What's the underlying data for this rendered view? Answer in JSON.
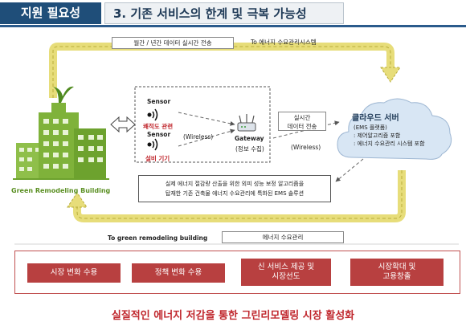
{
  "header": {
    "tag": "지원 필요성",
    "title": "3. 기존 서비스의 한계 및 극복 가능성"
  },
  "top_flow": {
    "label_box": "월간 / 년간 데이터 실시간 전송",
    "label_right": "To 에너지 수요관리시스템"
  },
  "building": {
    "caption": "Green Remodeling Building"
  },
  "sensors": [
    {
      "title": "Sensor",
      "sub": "쾌적도 관련"
    },
    {
      "title": "Sensor",
      "sub": "설비 기기"
    }
  ],
  "wireless_left": "(Wireless)",
  "gateway": {
    "title": "Gateway",
    "sub": "(정보 수집)"
  },
  "realtime_box": "실시간\n데이터 전송",
  "wireless_right": "(Wireless)",
  "cloud": {
    "title": "클라우드 서버",
    "lines": [
      "(EMS 플랫폼)",
      ": 제어알고리즘 포함",
      ": 에너지 수요관리 시스템 포함"
    ]
  },
  "ems_box": {
    "line1": "실제 에너지 절감량 산출을 위한 외피 성능 보정 알고리즘을",
    "line2": "탑재한 기존 건축물 에너지 수요관리에 특화된  EMS 솔루션"
  },
  "bottom_flow": {
    "label_left": "To green remodeling building",
    "label_box": "에너지 수요관리"
  },
  "buttons": [
    "시장 변화 수용",
    "정책 변화 수용",
    "신 서비스 제공 및\n시장선도",
    "시장확대 및\n고용창출"
  ],
  "conclusion": "실질적인 에너지 저감을 통한 그린리모델링 시장 활성화",
  "colors": {
    "header_blue": "#1f4e79",
    "loop_arrow": "#e7dd7a",
    "building_green": "#7fb23a",
    "cloud_blue": "#d8e6f4",
    "button_red": "#b84040",
    "conclusion_red": "#c0272d"
  }
}
